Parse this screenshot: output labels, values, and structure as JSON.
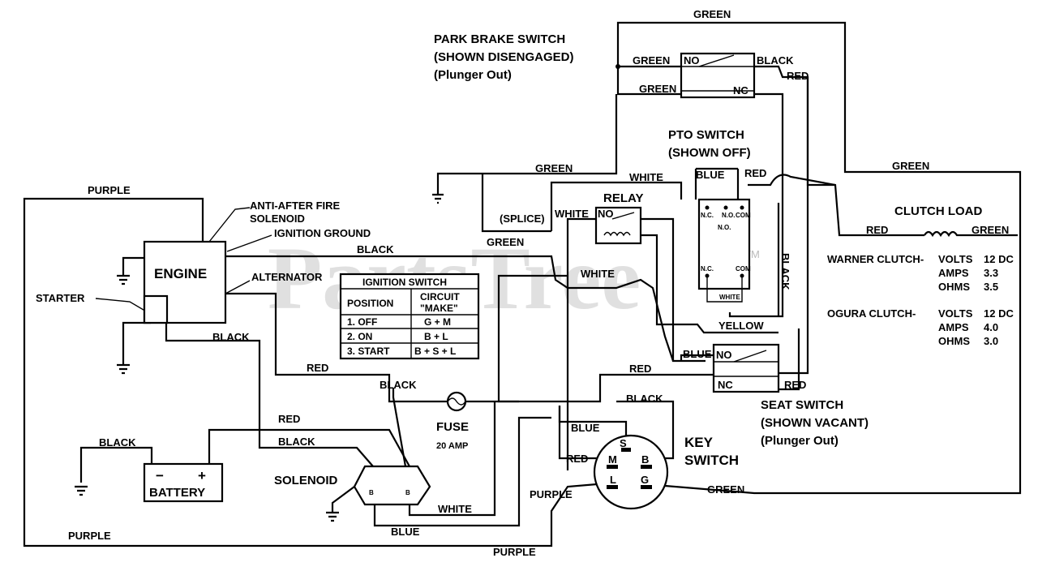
{
  "watermark": "PartsTree",
  "watermark_tm": "TM",
  "components": {
    "engine": "ENGINE",
    "battery": "BATTERY",
    "battery_minus": "−",
    "battery_plus": "+",
    "solenoid": "SOLENOID",
    "solenoid_terminal": "B",
    "fuse": "FUSE",
    "fuse_rating": "20 AMP",
    "relay": "RELAY",
    "key_switch_line1": "KEY",
    "key_switch_line2": "SWITCH",
    "key_terminals": {
      "s": "S",
      "m": "M",
      "b": "B",
      "l": "L",
      "g": "G"
    },
    "clutch_load": "CLUTCH LOAD",
    "park_brake_line1": "PARK BRAKE SWITCH",
    "park_brake_line2": "(SHOWN DISENGAGED)",
    "park_brake_line3": "(Plunger Out)",
    "pto_line1": "PTO SWITCH",
    "pto_line2": "(SHOWN OFF)",
    "seat_line1": "SEAT SWITCH",
    "seat_line2": "(SHOWN VACANT)",
    "seat_line3": "(Plunger Out)",
    "no": "NO",
    "nc": "NC",
    "pto_nc": "N.C.",
    "pto_no": "N.O.",
    "pto_com": "COM",
    "pto_white": "WHITE"
  },
  "callouts": {
    "anti_after_fire_1": "ANTI-AFTER FIRE",
    "anti_after_fire_2": "SOLENOID",
    "ignition_ground": "IGNITION GROUND",
    "alternator": "ALTERNATOR",
    "starter": "STARTER",
    "splice": "(SPLICE)"
  },
  "wires": {
    "green": "GREEN",
    "black": "BLACK",
    "red": "RED",
    "white": "WHITE",
    "blue": "BLUE",
    "purple": "PURPLE",
    "yellow": "YELLOW"
  },
  "ignition_table": {
    "title": "IGNITION SWITCH",
    "col_position": "POSITION",
    "col_circuit_1": "CIRCUIT",
    "col_circuit_2": "\"MAKE\"",
    "rows": [
      {
        "position": "1.   OFF",
        "circuit": "G  +  M"
      },
      {
        "position": "2.   ON",
        "circuit": "B  +  L"
      },
      {
        "position": "3.   START",
        "circuit": "B + S + L"
      }
    ]
  },
  "clutch_specs": {
    "warner": {
      "name": "WARNER CLUTCH-",
      "volts_label": "VOLTS",
      "volts": "12 DC",
      "amps_label": "AMPS",
      "amps": "3.3",
      "ohms_label": "OHMS",
      "ohms": "3.5"
    },
    "ogura": {
      "name": "OGURA CLUTCH-",
      "volts_label": "VOLTS",
      "volts": "12 DC",
      "amps_label": "AMPS",
      "amps": "4.0",
      "ohms_label": "OHMS",
      "ohms": "3.0"
    }
  }
}
